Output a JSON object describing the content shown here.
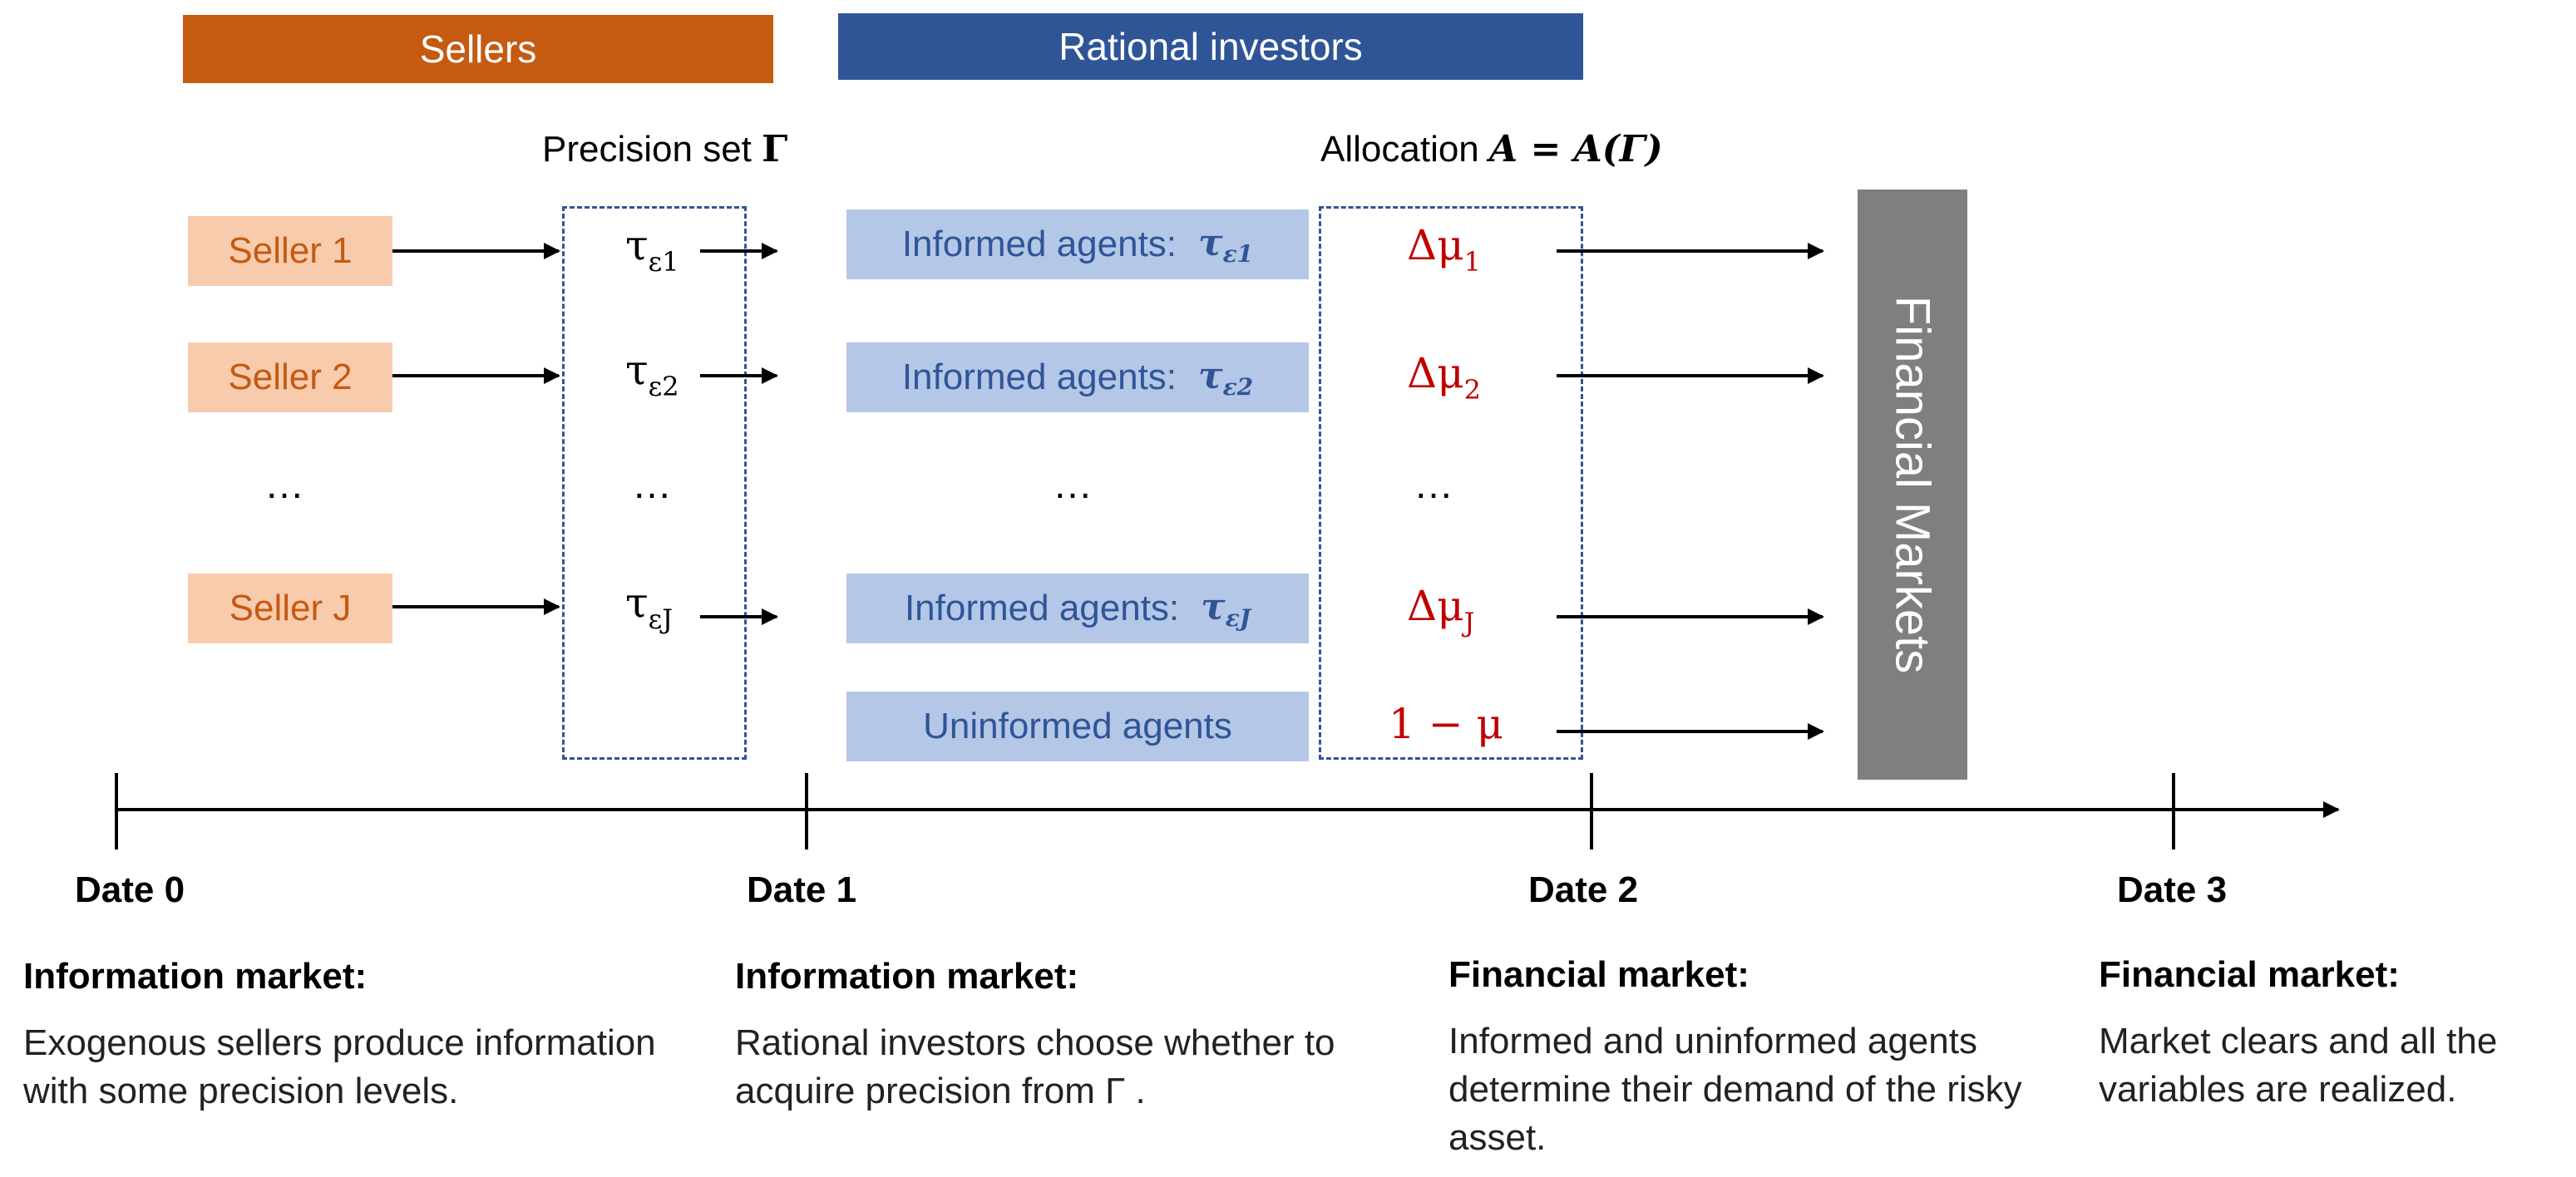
{
  "banners": {
    "sellers": "Sellers",
    "rational": "Rational investors"
  },
  "headers": {
    "precision_set": "Precision set",
    "precision_symbol": "Γ",
    "allocation": "Allocation",
    "allocation_formula": "A = A(Γ)"
  },
  "sellers": [
    "Seller 1",
    "Seller 2",
    "Seller J"
  ],
  "ellipsis": "…",
  "precisions": [
    {
      "base": "τ",
      "sub": "ε1"
    },
    {
      "base": "τ",
      "sub": "ε2"
    },
    {
      "base": "τ",
      "sub": "εJ"
    }
  ],
  "agents": [
    {
      "label": "Informed agents:",
      "base": "τ",
      "sub": "ε1"
    },
    {
      "label": "Informed agents:",
      "base": "τ",
      "sub": "ε2"
    },
    {
      "label": "Informed agents:",
      "base": "τ",
      "sub": "εJ"
    }
  ],
  "uninformed": "Uninformed agents",
  "allocations": [
    {
      "base": "Δμ",
      "sub": "1"
    },
    {
      "base": "Δμ",
      "sub": "2"
    },
    {
      "base": "Δμ",
      "sub": "J"
    },
    {
      "base": "1 − μ",
      "sub": ""
    }
  ],
  "financial_markets": "Financial Markets",
  "timeline": [
    {
      "date": "Date 0",
      "title": "Information market:",
      "desc": "Exogenous sellers produce information with some precision levels."
    },
    {
      "date": "Date 1",
      "title": "Information market:",
      "desc": "Rational investors choose whether to acquire precision from Γ ."
    },
    {
      "date": "Date 2",
      "title": "Financial market:",
      "desc": "Informed and uninformed agents determine their demand of the risky asset."
    },
    {
      "date": "Date 3",
      "title": "Financial market:",
      "desc": "Market clears and all the variables are realized."
    }
  ],
  "colors": {
    "seller_dark": "#c55a11",
    "seller_light": "#f8cbad",
    "investor_dark": "#2f5597",
    "investor_light": "#b4c7e7",
    "allocation_red": "#c00000",
    "market_gray": "#7f7f7f"
  }
}
